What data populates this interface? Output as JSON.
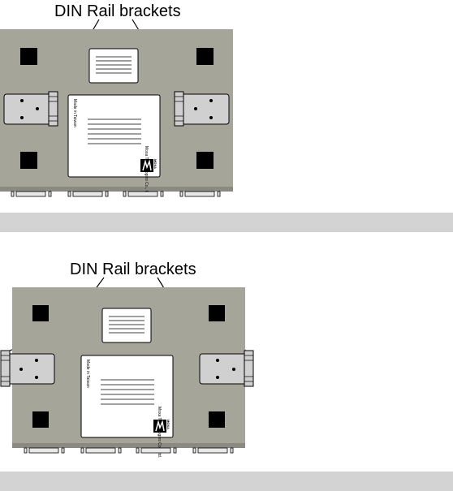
{
  "colors": {
    "device_body": "#a6a599",
    "device_shadow": "#8a8a80",
    "divider_bar": "#d3d3d3",
    "label_bg": "#ffffff",
    "bracket_fill": "#d0d0d0",
    "outline": "#000000"
  },
  "diagrams": [
    {
      "caption": "DIN Rail brackets",
      "label": {
        "made_in": "Made in Taiwan",
        "company": "Moxa Technologies Co., Ltd.",
        "logo": "MOXA"
      },
      "bracket_style": "inside"
    },
    {
      "caption": "DIN Rail brackets",
      "label": {
        "made_in": "Made in Taiwan",
        "company": "Moxa Technologies Co., Ltd.",
        "logo": "MOXA"
      },
      "bracket_style": "outside"
    }
  ]
}
